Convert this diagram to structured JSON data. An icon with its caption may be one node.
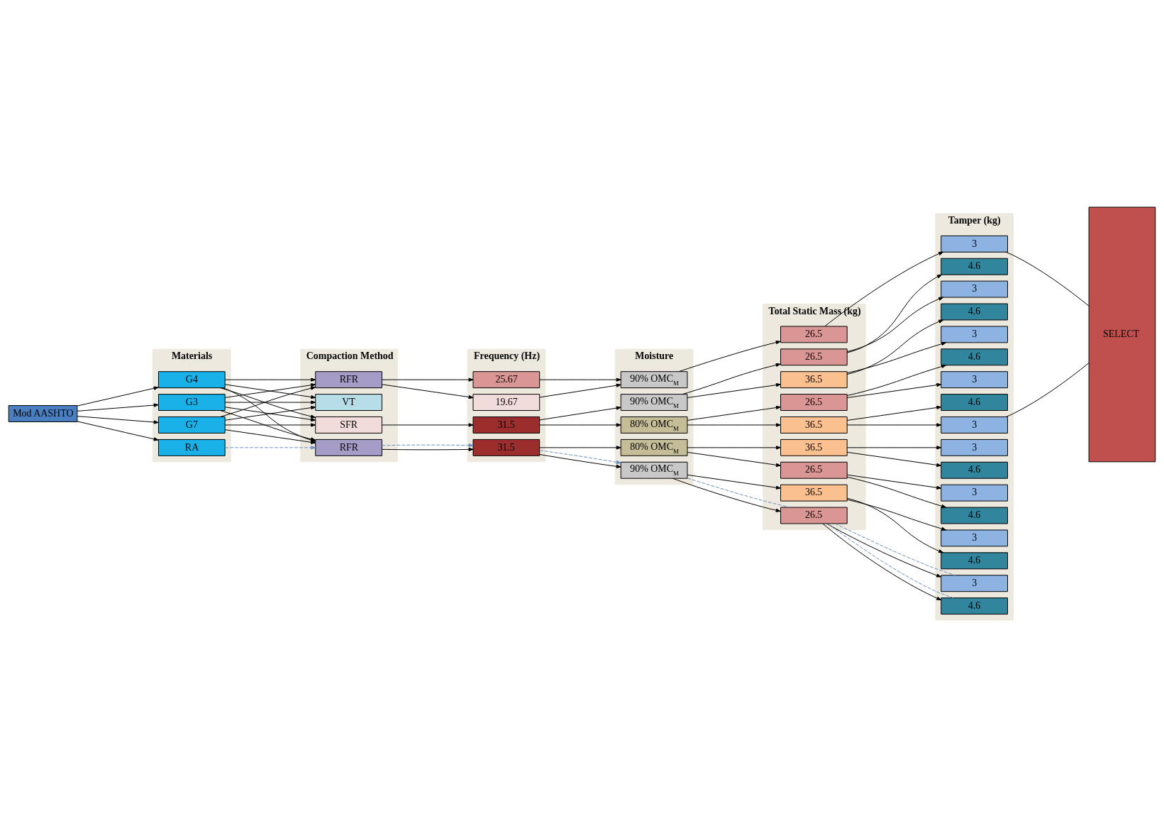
{
  "diagram": {
    "nodes": [
      {
        "text": [
          "Mod AASHTO"
        ]
      },
      {
        "text": [
          "Materials"
        ]
      },
      {
        "text": [
          "G4"
        ],
        "in": 1
      },
      {
        "text": [
          "G3"
        ],
        "in": 1
      },
      {
        "text": [
          "G7"
        ],
        "in": 1
      },
      {
        "text": [
          "RA"
        ],
        "in": 1
      },
      {
        "text": [
          "Compaction Method"
        ]
      },
      {
        "text": [
          "VT"
        ],
        "in": 6
      },
      {
        "text": [
          "SFR"
        ],
        "in": 6
      },
      {
        "text": [
          "RFR"
        ],
        "in": 6
      },
      {
        "text": [
          "RFR"
        ],
        "in": 6
      },
      {
        "text": [
          "Frequency (Hz)"
        ]
      },
      {
        "text": [
          "31.5"
        ],
        "in": 11
      },
      {
        "text": [
          "31.5"
        ],
        "in": 11
      },
      {
        "text": [
          "25.67"
        ],
        "in": 11
      },
      {
        "text": [
          "19.67"
        ],
        "in": 11
      },
      {
        "text": [
          "Moisture"
        ]
      },
      {
        "text": [
          "80% OMC$_{M}$"
        ],
        "in": 16
      },
      {
        "text": [
          "90% OMC$_{M}$"
        ],
        "in": 16
      },
      {
        "text": [
          "80% OMC$_{M}$"
        ],
        "in": 16
      },
      {
        "text": [
          "90% OMC$_{M}$"
        ],
        "in": 16
      },
      {
        "text": [
          "90% OMC$_{M}$"
        ],
        "in": 16
      },
      {
        "text": [
          "Total Static Mass (kg)"
        ]
      },
      {
        "text": [
          "36.5"
        ],
        "in": 22
      },
      {
        "text": [
          "26.5"
        ],
        "in": 22
      },
      {
        "text": [
          "36.5"
        ],
        "in": 22
      },
      {
        "text": [
          "26.5"
        ],
        "in": 22
      },
      {
        "text": [
          "36.5"
        ],
        "in": 22
      },
      {
        "text": [
          "26.5"
        ],
        "in": 22
      },
      {
        "text": [
          "36.5"
        ],
        "in": 22
      },
      {
        "text": [
          "26.5"
        ],
        "in": 22
      },
      {
        "text": [
          "26.5"
        ],
        "in": 22
      },
      {
        "text": [
          "Tamper (kg)"
        ]
      },
      {
        "text": [
          "3"
        ],
        "in": 32
      },
      {
        "text": [
          "4.6"
        ],
        "in": 32
      },
      {
        "text": [
          "3"
        ],
        "in": 32
      },
      {
        "text": [
          "4.6"
        ],
        "in": 32
      },
      {
        "text": [
          "3"
        ],
        "in": 32
      },
      {
        "text": [
          "4.6"
        ],
        "in": 32
      },
      {
        "text": [
          "3"
        ],
        "in": 32
      },
      {
        "text": [
          "4.6"
        ],
        "in": 32
      },
      {
        "text": [
          "3"
        ],
        "in": 32
      },
      {
        "text": [
          "4.6"
        ],
        "in": 32
      },
      {
        "text": [
          "3"
        ],
        "in": 32
      },
      {
        "text": [
          "4.6"
        ],
        "in": 32
      },
      {
        "text": [
          "3"
        ],
        "in": 32
      },
      {
        "text": [
          "4.6"
        ],
        "in": 32
      },
      {
        "text": [
          "3"
        ],
        "in": 32
      },
      {
        "text": [
          "4.6"
        ],
        "in": 32
      },
      {
        "text": [
          "3"
        ],
        "in": 32
      },
      {
        "text": [
          "SELECT"
        ]
      }
    ],
    "edges": [
      {
        "from": 0,
        "to": 2,
        "arrow": "to"
      },
      {
        "from": 0,
        "to": 3,
        "arrow": "to"
      },
      {
        "from": 0,
        "to": 4,
        "arrow": "to"
      },
      {
        "from": 0,
        "to": 5,
        "arrow": "to"
      },
      {
        "from": 2,
        "to": 7,
        "arrow": "to"
      },
      {
        "from": 2,
        "to": 8,
        "arrow": "to"
      },
      {
        "from": 2,
        "to": 9,
        "arrow": "to"
      },
      {
        "from": 2,
        "to": 10,
        "arrow": "to"
      },
      {
        "from": 3,
        "to": 7,
        "arrow": "to"
      },
      {
        "from": 3,
        "to": 8,
        "arrow": "to"
      },
      {
        "from": 3,
        "to": 9,
        "arrow": "to"
      },
      {
        "from": 3,
        "to": 10,
        "arrow": "to"
      },
      {
        "from": 4,
        "to": 7,
        "arrow": "to"
      },
      {
        "from": 4,
        "to": 8,
        "arrow": "to"
      },
      {
        "from": 4,
        "to": 9,
        "arrow": "to"
      },
      {
        "from": 4,
        "to": 10,
        "arrow": "to"
      },
      {
        "from": 5,
        "to": 9,
        "arrow": "to",
        "style": "dashed",
        "color": "#6a8fc0"
      },
      {
        "from": 8,
        "to": 12,
        "arrow": "to"
      },
      {
        "from": 9,
        "to": 13,
        "arrow": "to"
      },
      {
        "from": 9,
        "to": 13,
        "arrow": "to",
        "style": "dashed",
        "color": "#6a8fc0"
      },
      {
        "from": 10,
        "to": 14,
        "arrow": "to"
      },
      {
        "from": 10,
        "to": 15,
        "arrow": "to"
      },
      {
        "from": 12,
        "to": 17,
        "arrow": "to"
      },
      {
        "from": 12,
        "to": 18,
        "arrow": "to"
      },
      {
        "from": 13,
        "to": 19,
        "arrow": "to"
      },
      {
        "from": 13,
        "to": 20,
        "arrow": "to"
      },
      {
        "from": 13,
        "to": 20,
        "arrow": "to",
        "style": "dashed",
        "color": "#6a8fc0"
      },
      {
        "from": 14,
        "to": 21,
        "arrow": "to"
      },
      {
        "from": 15,
        "to": 21,
        "arrow": "to"
      },
      {
        "from": 17,
        "to": 23,
        "arrow": "to"
      },
      {
        "from": 17,
        "to": 24,
        "arrow": "to"
      },
      {
        "from": 18,
        "to": 25,
        "arrow": "to"
      },
      {
        "from": 18,
        "to": 26,
        "arrow": "to"
      },
      {
        "from": 19,
        "to": 27,
        "arrow": "to"
      },
      {
        "from": 19,
        "to": 28,
        "arrow": "to"
      },
      {
        "from": 20,
        "to": 29,
        "arrow": "to"
      },
      {
        "from": 20,
        "to": 30,
        "arrow": "to"
      },
      {
        "from": 20,
        "to": 30,
        "arrow": "none",
        "style": "dashed",
        "color": "#6a8fc0"
      },
      {
        "from": 21,
        "to": 31,
        "arrow": "to"
      },
      {
        "from": 23,
        "to": 33,
        "arrow": "to"
      },
      {
        "from": 23,
        "to": 34,
        "arrow": "to"
      },
      {
        "from": 24,
        "to": 35,
        "arrow": "to"
      },
      {
        "from": 24,
        "to": 36,
        "arrow": "to"
      },
      {
        "from": 25,
        "to": 37,
        "arrow": "to"
      },
      {
        "from": 25,
        "to": 38,
        "arrow": "to"
      },
      {
        "from": 26,
        "to": 39,
        "arrow": "to"
      },
      {
        "from": 26,
        "to": 40,
        "arrow": "to"
      },
      {
        "from": 27,
        "to": 41,
        "arrow": "to"
      },
      {
        "from": 27,
        "to": 42,
        "arrow": "to"
      },
      {
        "from": 28,
        "to": 43,
        "arrow": "to"
      },
      {
        "from": 28,
        "to": 44,
        "arrow": "to"
      },
      {
        "from": 29,
        "to": 45,
        "arrow": "to"
      },
      {
        "from": 29,
        "to": 46,
        "arrow": "to"
      },
      {
        "from": 30,
        "to": 47,
        "arrow": "to"
      },
      {
        "from": 30,
        "to": 48,
        "arrow": "to"
      },
      {
        "from": 30,
        "to": 47,
        "arrow": "none",
        "style": "dashed",
        "color": "#6a8fc0"
      },
      {
        "from": 30,
        "to": 48,
        "arrow": "none",
        "style": "dashed",
        "color": "#6a8fc0"
      },
      {
        "from": 31,
        "to": 49,
        "arrow": "to"
      },
      {
        "from": 33,
        "to": 50,
        "arrow": "none"
      },
      {
        "from": 49,
        "to": 50,
        "arrow": "none"
      }
    ]
  }
}
